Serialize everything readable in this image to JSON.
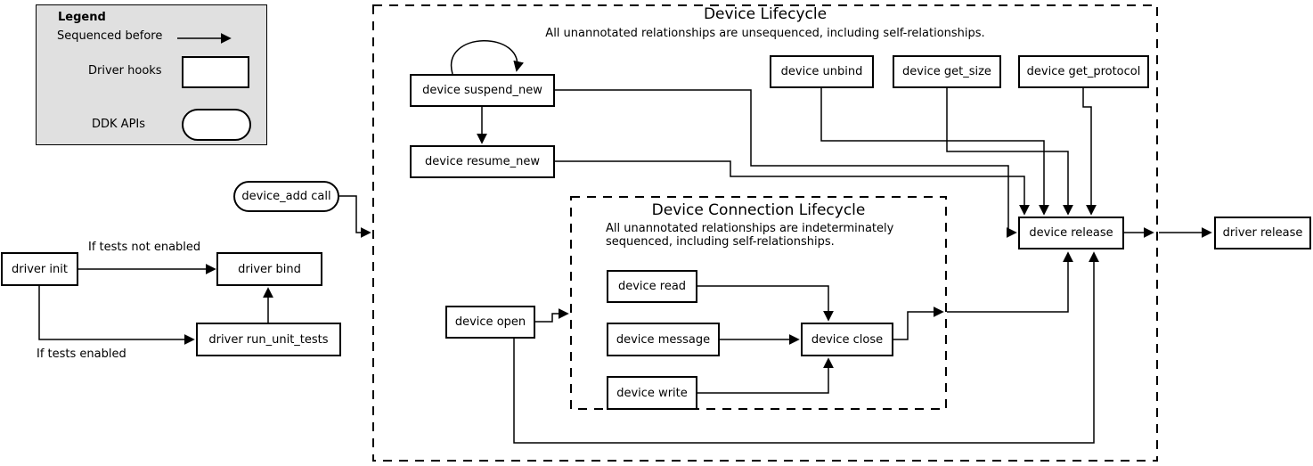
{
  "legend": {
    "title": "Legend",
    "sequenced_before": "Sequenced before",
    "driver_hooks": "Driver hooks",
    "ddk_apis": "DDK APIs"
  },
  "clusters": {
    "device_lifecycle": {
      "title": "Device Lifecycle",
      "subtitle": "All unannotated relationships are unsequenced, including self-relationships."
    },
    "device_connection_lifecycle": {
      "title": "Device Connection Lifecycle",
      "subtitle_line1": "All unannotated relationships are indeterminately",
      "subtitle_line2": "sequenced, including self-relationships."
    }
  },
  "nodes": {
    "driver_init": "driver init",
    "driver_bind": "driver bind",
    "driver_run_unit_tests": "driver run_unit_tests",
    "device_add_call": "device_add call",
    "device_suspend_new": "device suspend_new",
    "device_resume_new": "device resume_new",
    "device_unbind": "device unbind",
    "device_get_size": "device get_size",
    "device_get_protocol": "device get_protocol",
    "device_release": "device release",
    "device_open": "device open",
    "device_read": "device read",
    "device_message": "device message",
    "device_write": "device write",
    "device_close": "device close",
    "driver_release": "driver release"
  },
  "edge_labels": {
    "if_tests_not_enabled": "If tests not enabled",
    "if_tests_enabled": "If tests enabled"
  },
  "edges": [
    {
      "from": "driver_init",
      "to": "driver_bind",
      "label": "If tests not enabled"
    },
    {
      "from": "driver_init",
      "to": "driver_run_unit_tests",
      "label": "If tests enabled"
    },
    {
      "from": "driver_run_unit_tests",
      "to": "driver_bind",
      "label": ""
    },
    {
      "from": "device_add_call",
      "to": "device_lifecycle",
      "label": ""
    },
    {
      "from": "device_suspend_new",
      "to": "device_suspend_new",
      "label": "self-loop"
    },
    {
      "from": "device_suspend_new",
      "to": "device_resume_new",
      "label": ""
    },
    {
      "from": "device_suspend_new",
      "to": "device_release",
      "label": ""
    },
    {
      "from": "device_resume_new",
      "to": "device_release",
      "label": ""
    },
    {
      "from": "device_unbind",
      "to": "device_release",
      "label": ""
    },
    {
      "from": "device_get_size",
      "to": "device_release",
      "label": ""
    },
    {
      "from": "device_get_protocol",
      "to": "device_release",
      "label": ""
    },
    {
      "from": "device_open",
      "to": "device_connection_lifecycle",
      "label": ""
    },
    {
      "from": "device_open",
      "to": "device_release",
      "label": ""
    },
    {
      "from": "device_read",
      "to": "device_close",
      "label": ""
    },
    {
      "from": "device_message",
      "to": "device_close",
      "label": ""
    },
    {
      "from": "device_write",
      "to": "device_close",
      "label": ""
    },
    {
      "from": "device_close",
      "to": "device_release",
      "label": ""
    },
    {
      "from": "device_release",
      "to": "driver_release",
      "label": ""
    }
  ],
  "colors": {
    "background": "#ffffff",
    "legend_background": "#e0e0e0",
    "node_fill": "#ffffff",
    "line": "#000000"
  }
}
